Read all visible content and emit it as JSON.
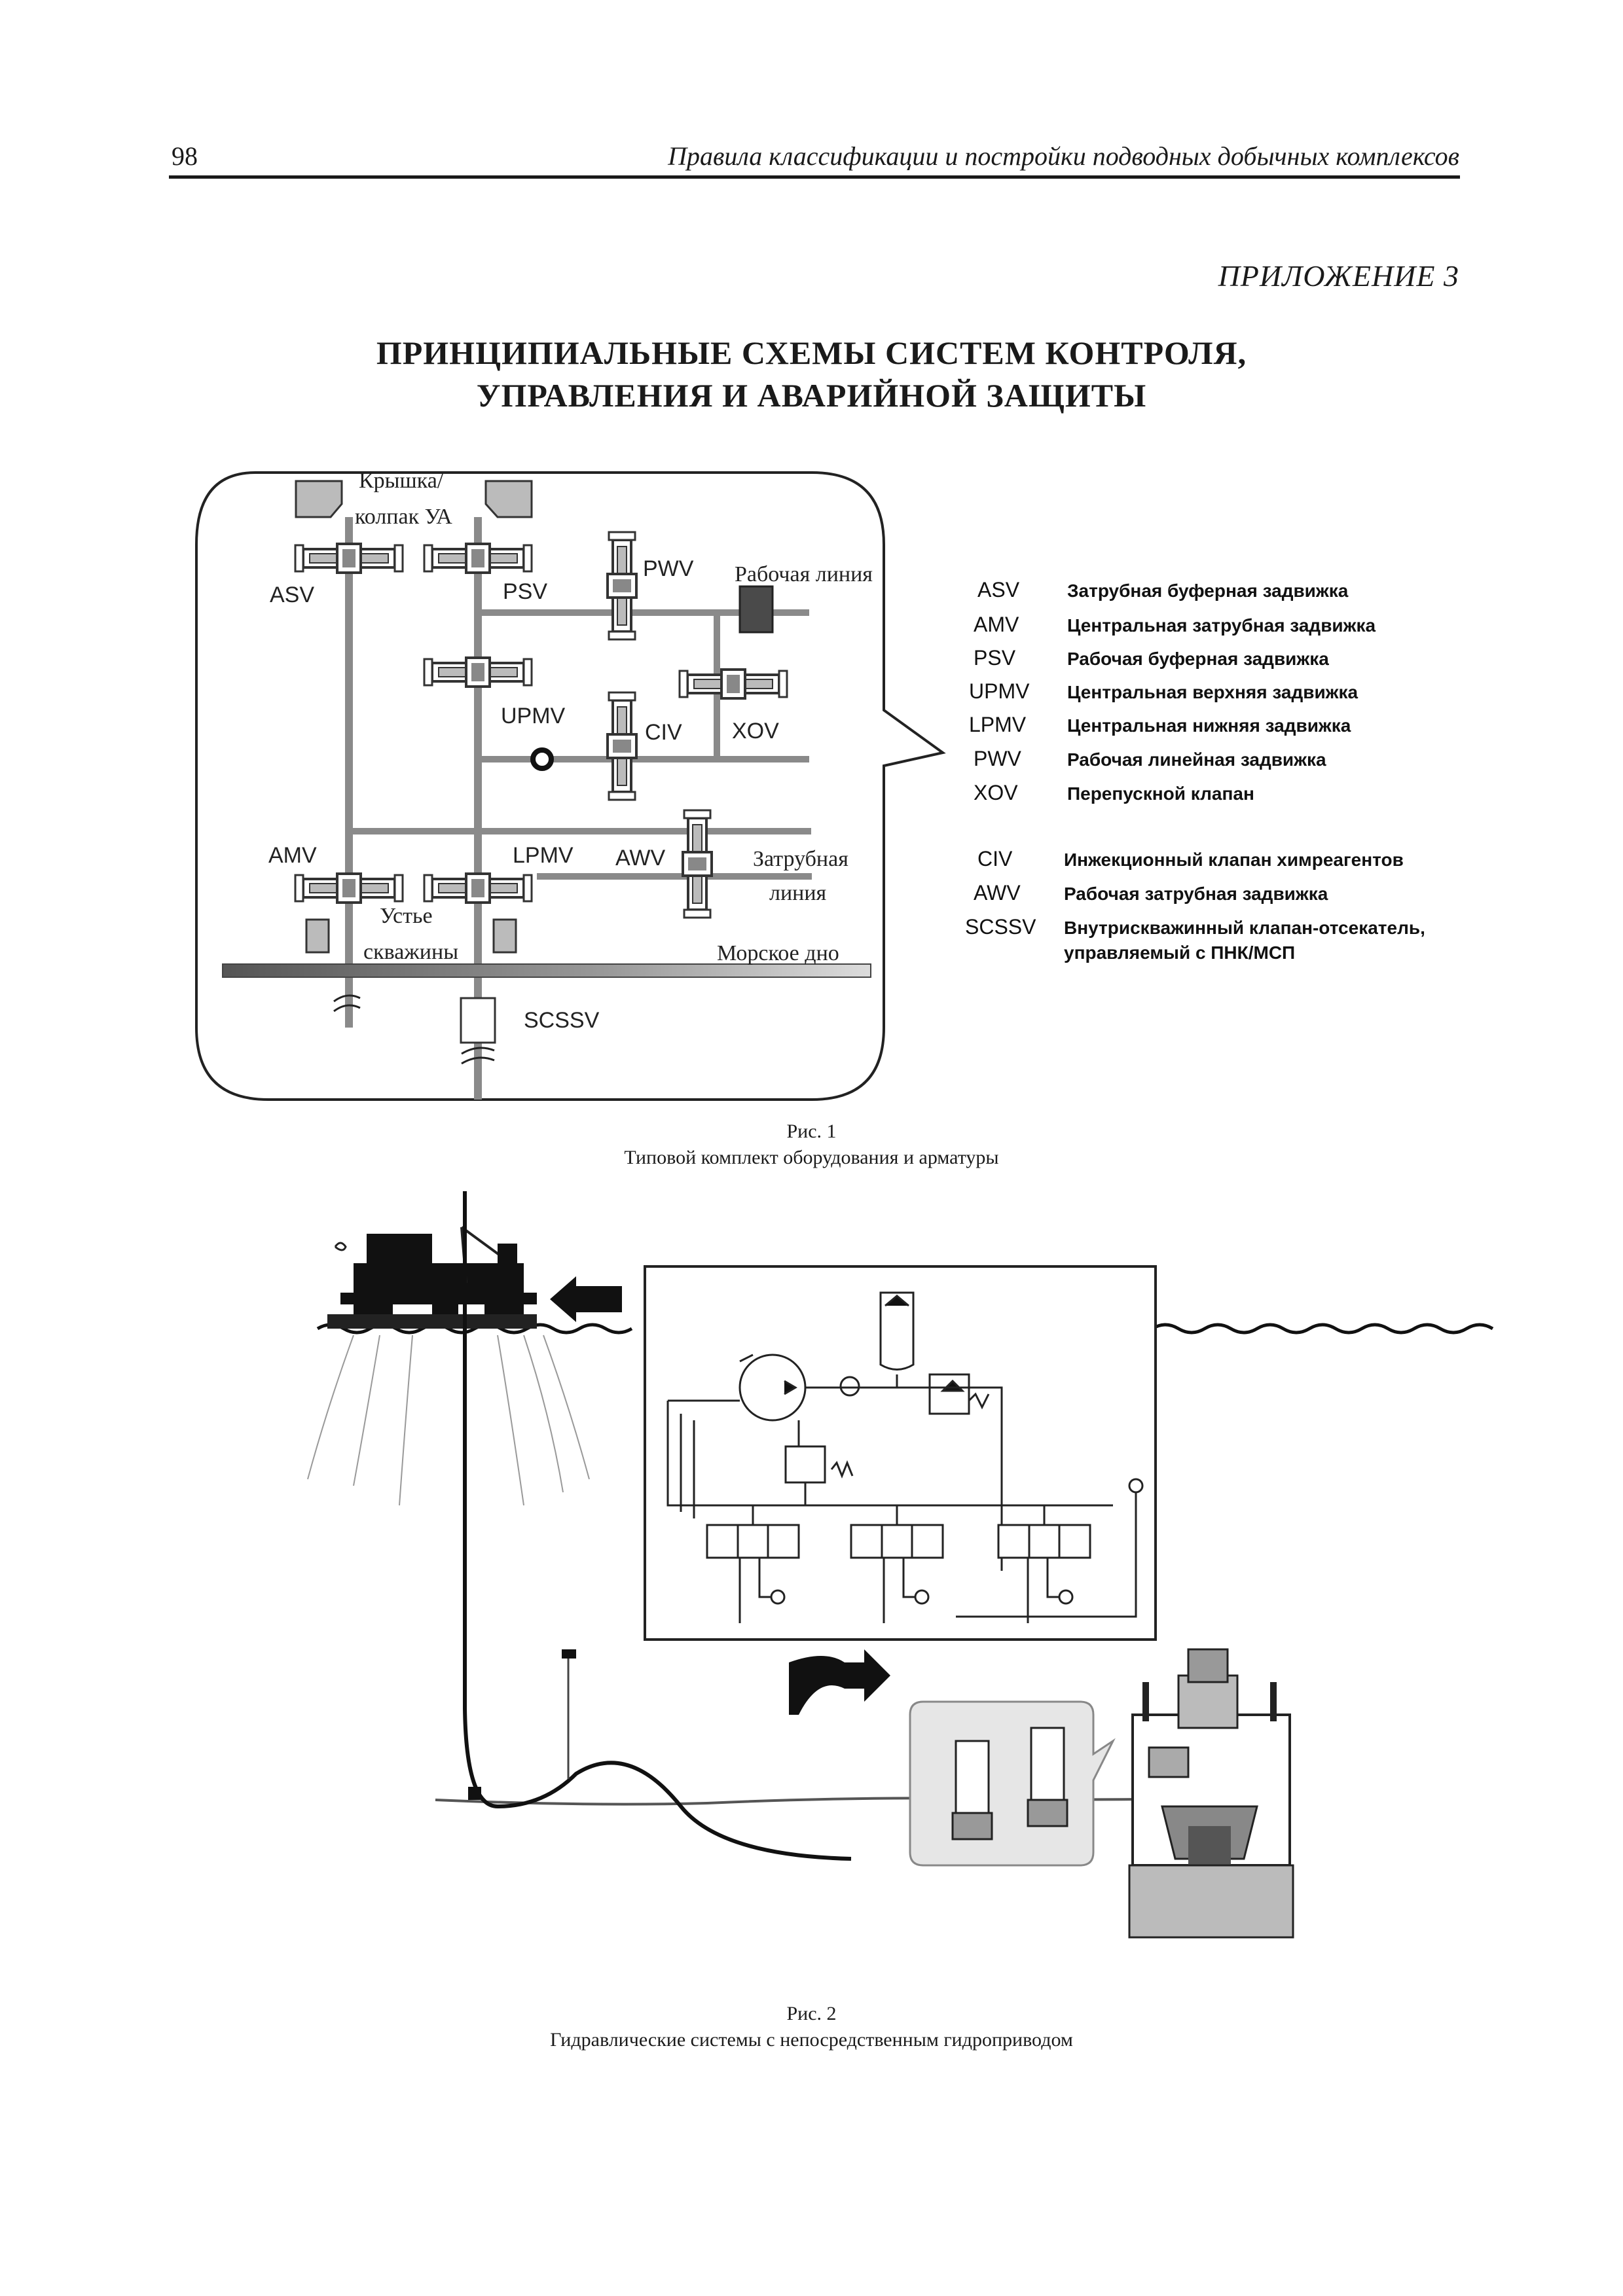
{
  "header": {
    "page_number": "98",
    "running_title": "Правила классификации и постройки подводных добычных комплексов"
  },
  "appendix_label": "ПРИЛОЖЕНИЕ 3",
  "title_lines": [
    "ПРИНЦИПИАЛЬНЫЕ СХЕМЫ СИСТЕМ КОНТРОЛЯ,",
    "УПРАВЛЕНИЯ И АВАРИЙНОЙ ЗАЩИТЫ"
  ],
  "figure1": {
    "labels": {
      "cap_line1": "Крышка/",
      "cap_line2": "колпак УА",
      "asv": "ASV",
      "psv": "PSV",
      "pwv": "PWV",
      "work_line": "Рабочая линия",
      "upmv": "UPMV",
      "civ": "CIV",
      "xov": "XOV",
      "amv": "AMV",
      "lpmv": "LPMV",
      "awv": "AWV",
      "annulus_line1": "Затрубная",
      "annulus_line2": "линия",
      "wellhead_line1": "Устье",
      "wellhead_line2": "скважины",
      "seabed": "Морское дно",
      "scssv": "SCSSV"
    },
    "legend": [
      {
        "code": "ASV",
        "desc": "Затрубная буферная задвижка"
      },
      {
        "code": "AMV",
        "desc": "Центральная затрубная задвижка"
      },
      {
        "code": "PSV",
        "desc": "Рабочая буферная задвижка"
      },
      {
        "code": "UPMV",
        "desc": "Центральная верхняя задвижка"
      },
      {
        "code": "LPMV",
        "desc": "Центральная нижняя задвижка"
      },
      {
        "code": "PWV",
        "desc": "Рабочая линейная задвижка"
      },
      {
        "code": "XOV",
        "desc": "Перепускной клапан"
      },
      {
        "code": "CIV",
        "desc": "Инжекционный клапан химреагентов"
      },
      {
        "code": "AWV",
        "desc": "Рабочая затрубная задвижка"
      },
      {
        "code": "SCSSV",
        "desc": "Внутрискважинный клапан-отсекатель,",
        "desc2": "управляемый с ПНК/МСП"
      }
    ],
    "caption_number": "Рис. 1",
    "caption_text": "Типовой комплект оборудования и арматуры"
  },
  "figure2": {
    "caption_number": "Рис. 2",
    "caption_text": "Гидравлические системы с непосредственным гидроприводом"
  }
}
